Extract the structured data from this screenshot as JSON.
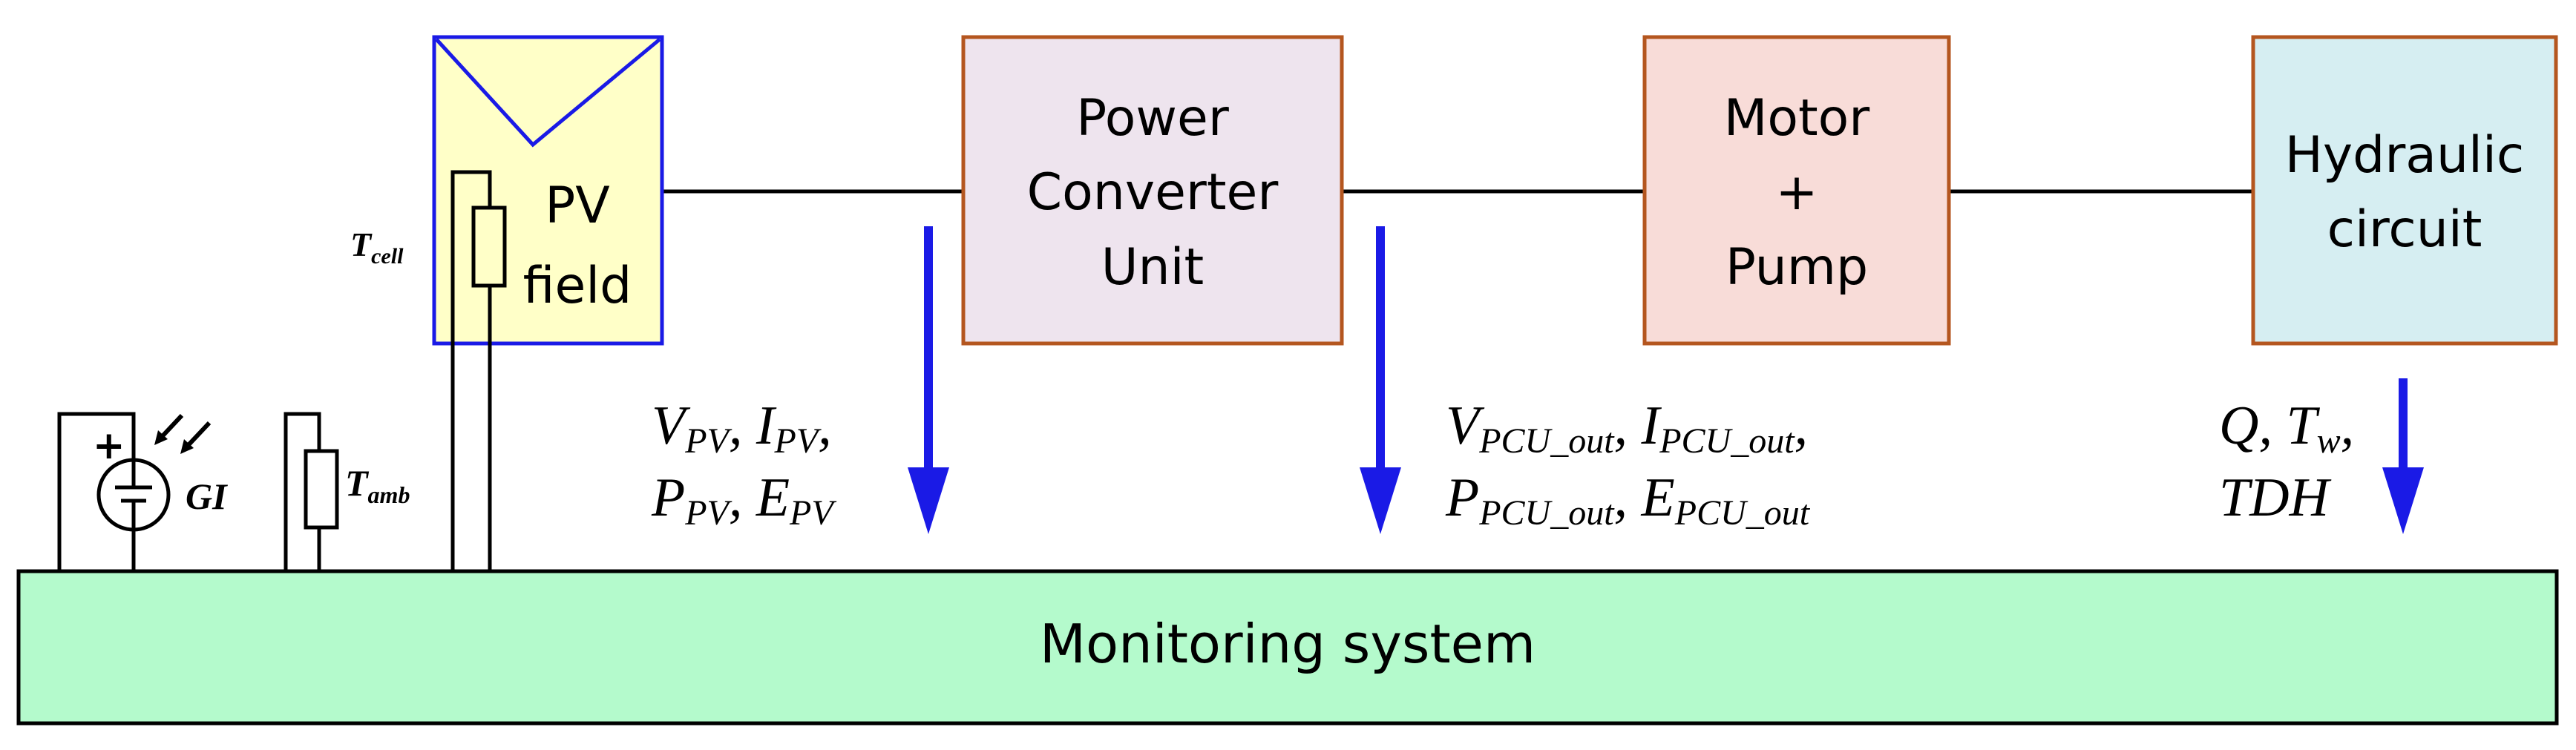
{
  "colors": {
    "pv_fill": "#FFFFC8",
    "pv_stroke": "#1A1AE6",
    "box_stroke": "#B4561F",
    "pcu_fill": "#EEE4EE",
    "motor_fill": "#F8DCD8",
    "hydraulic_fill": "#D6EEF2",
    "monitor_fill": "#B4FACC",
    "arrow": "#1A1AE6",
    "line": "#000000"
  },
  "blocks": {
    "pv": {
      "line1": "PV",
      "line2": "field"
    },
    "pcu": {
      "line1": "Power",
      "line2": "Converter",
      "line3": "Unit"
    },
    "motor": {
      "line1": "Motor",
      "line2": "+",
      "line3": "Pump"
    },
    "hydraulic": {
      "line1": "Hydraulic",
      "line2": "circuit"
    },
    "monitoring": {
      "label": "Monitoring system"
    }
  },
  "sensors": {
    "tcell": {
      "main": "T",
      "sub": "cell"
    },
    "tamb": {
      "main": "T",
      "sub": "amb"
    },
    "gi": {
      "label": "GI",
      "plus": "+"
    }
  },
  "signals": {
    "pv": {
      "v": "V",
      "v_sub": "PV",
      "i": "I",
      "i_sub": "PV",
      "p": "P",
      "p_sub": "PV",
      "e": "E",
      "e_sub": "PV"
    },
    "pcu": {
      "v": "V",
      "v_sub": "PCU_out",
      "i": "I",
      "i_sub": "PCU_out",
      "p": "P",
      "p_sub": "PCU_out",
      "e": "E",
      "e_sub": "PCU_out"
    },
    "hyd": {
      "q": "Q",
      "t": "T",
      "t_sub": "w",
      "tdh": "TDH"
    }
  }
}
